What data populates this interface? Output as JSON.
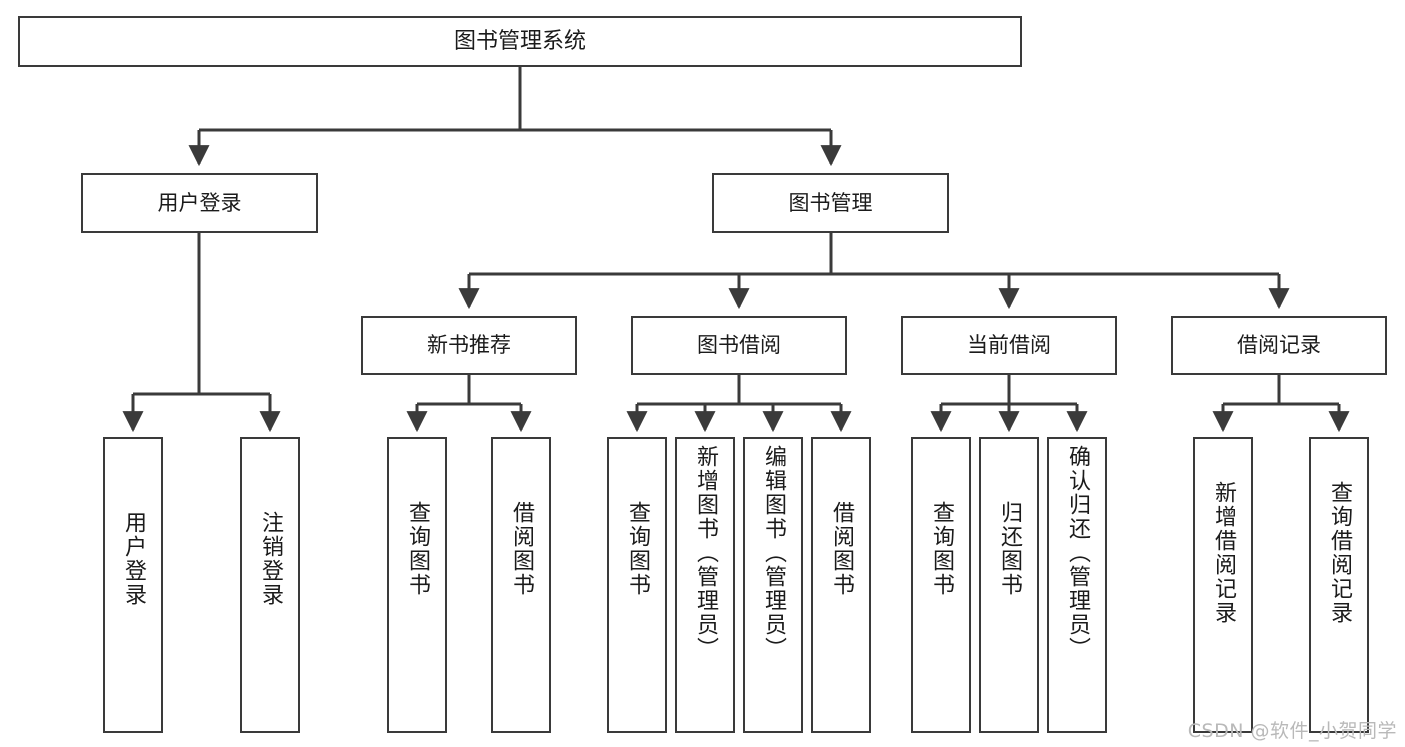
{
  "diagram": {
    "title": "图书管理系统",
    "type": "tree-hierarchy",
    "root": {
      "label": "图书管理系统"
    },
    "level2": [
      {
        "label": "用户登录"
      },
      {
        "label": "图书管理"
      }
    ],
    "level3": [
      {
        "label": "新书推荐"
      },
      {
        "label": "图书借阅"
      },
      {
        "label": "当前借阅"
      },
      {
        "label": "借阅记录"
      }
    ],
    "leaves": {
      "user_login": [
        {
          "label": "用户登录"
        },
        {
          "label": "注销登录"
        }
      ],
      "new_book_recommend": [
        {
          "label": "查询图书"
        },
        {
          "label": "借阅图书"
        }
      ],
      "book_borrow": [
        {
          "label": "查询图书"
        },
        {
          "label": "新增图书（管理员）"
        },
        {
          "label": "编辑图书（管理员）"
        },
        {
          "label": "借阅图书"
        }
      ],
      "current_borrow": [
        {
          "label": "查询图书"
        },
        {
          "label": "归还图书"
        },
        {
          "label": "确认归还（管理员）"
        }
      ],
      "borrow_record": [
        {
          "label": "新增借阅记录"
        },
        {
          "label": "查询借阅记录"
        }
      ]
    }
  },
  "watermark": {
    "text": "CSDN @软件_小贺同学"
  },
  "colors": {
    "stroke": "#3a3a3a",
    "fill": "#ffffff",
    "text": "#1b1b1b",
    "watermark": "#b9b9b9"
  }
}
